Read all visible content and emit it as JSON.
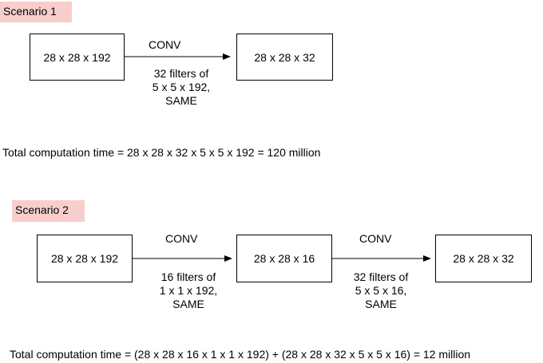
{
  "scenario1": {
    "tag": "Scenario 1",
    "input_box": "28 x 28 x 192",
    "conv_label": "CONV",
    "filter_lines": [
      "32 filters of",
      "5 x 5 x 192,",
      "SAME"
    ],
    "output_box": "28 x 28 x 32",
    "formula": "Total computation time = 28 x 28 x 32 x 5 x 5 x 192 = 120 million"
  },
  "scenario2": {
    "tag": "Scenario 2",
    "input_box": "28 x 28 x 192",
    "conv1_label": "CONV",
    "filter1_lines": [
      "16 filters of",
      "1 x 1 x 192,",
      "SAME"
    ],
    "middle_box": "28 x 28 x 16",
    "conv2_label": "CONV",
    "filter2_lines": [
      "32 filters of",
      "5 x 5 x 16,",
      "SAME"
    ],
    "output_box": "28 x 28 x 32",
    "formula": "Total computation time = (28 x 28 x 16 x 1 x 1 x 192) + (28 x 28 x 32 x 5 x 5 x 16) = 12 million"
  },
  "colors": {
    "tag_background": "#f8cecc",
    "box_border": "#000000",
    "arrow": "#000000"
  }
}
